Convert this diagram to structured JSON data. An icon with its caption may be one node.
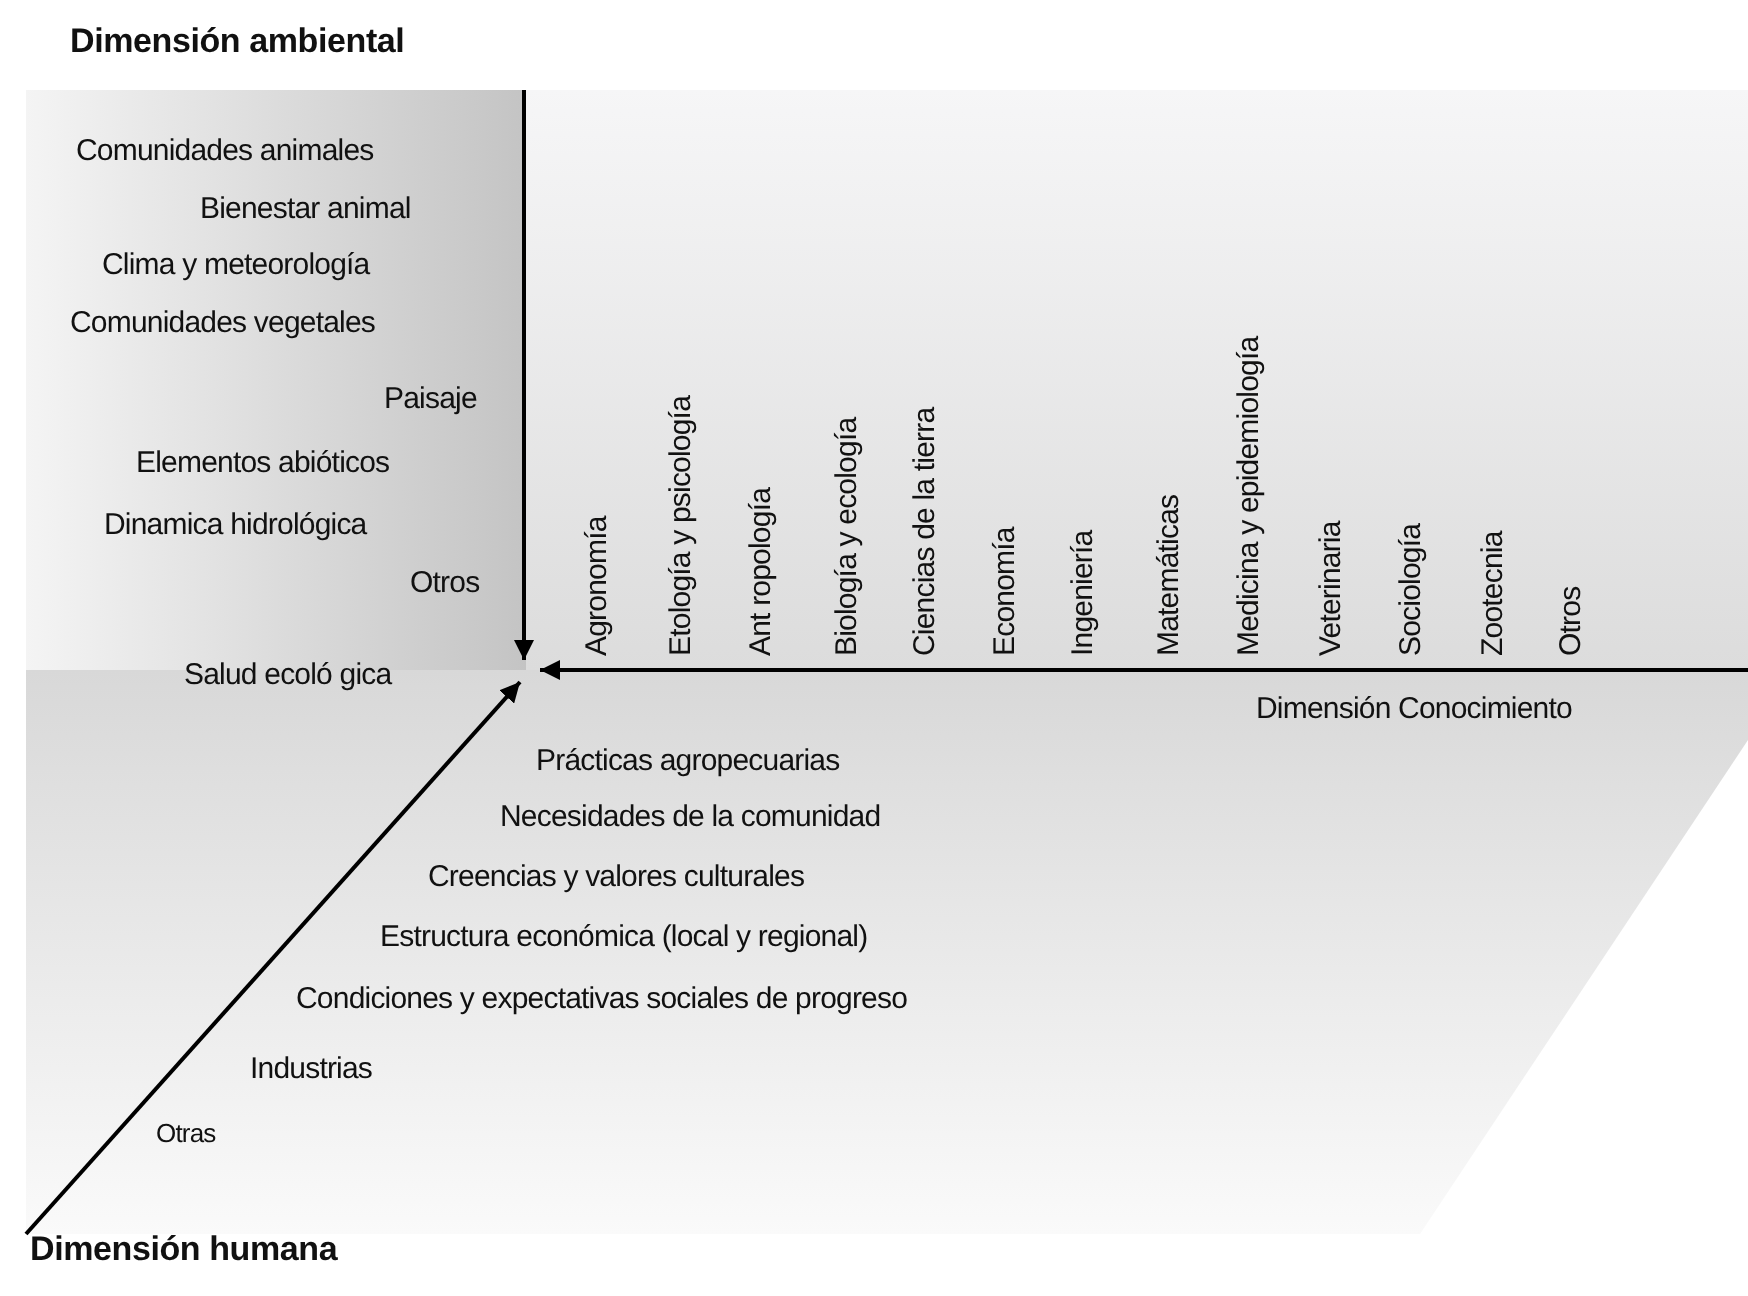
{
  "diagram": {
    "labels": [
      "Dimensión ambiental",
      "Comunidades animales",
      "Bienestar animal",
      "Clima y meteorología",
      "Comunidades vegetales",
      "Paisaje",
      "Elementos abióticos",
      "Dinamica hidrológica",
      "Otros",
      "Salud ecoló gica",
      "Agronomía",
      "Etología y psicología",
      "Ant ropología",
      "Biología y ecología",
      "Ciencias de la tierra",
      "Economía",
      "Ingeniería",
      "Matemáticas",
      "Medicina y epidemiología",
      "Veterinaria",
      "Sociología",
      "Zootecnia",
      "Otros",
      "Dimensión Conocimiento",
      "Prácticas agropecuarias",
      "Necesidades de la comunidad",
      "Creencias y valores culturales",
      "Estructura económica (local y regional)",
      "Condiciones y expectativas sociales de progreso",
      "Industrias",
      "Otras",
      "Dimensión humana"
    ]
  }
}
